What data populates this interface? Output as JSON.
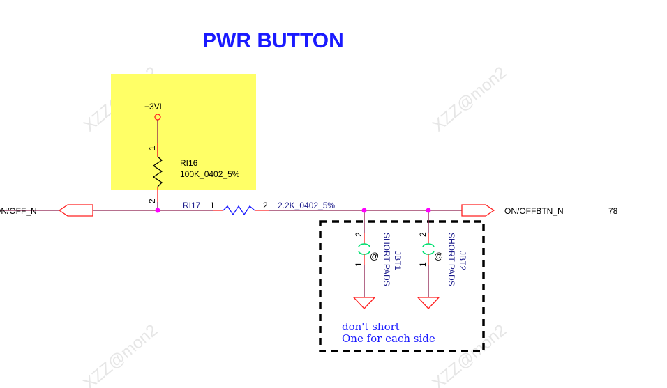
{
  "title": "PWR BUTTON",
  "watermark": "XZZ@mon2",
  "power_rail": "+3VL",
  "resistors": [
    {
      "ref": "RI16",
      "value": "100K_0402_5%",
      "pin1": "1",
      "pin2": "2"
    },
    {
      "ref": "RI17",
      "value": "2.2K_0402_5%",
      "pin1": "1",
      "pin2": "2"
    }
  ],
  "ports": {
    "left": "ON/OFF_N",
    "right": "ON/OFFBTN_N",
    "right_ref": "78"
  },
  "pads": [
    {
      "ref": "JBT1",
      "value": "SHORT PADS",
      "mark": "@",
      "pin1": "1",
      "pin2": "2"
    },
    {
      "ref": "JBT2",
      "value": "SHORT PADS",
      "mark": "@",
      "pin1": "1",
      "pin2": "2"
    }
  ],
  "note": {
    "line1": "don't short",
    "line2": "One for each side"
  },
  "colors": {
    "title": "#1a1aff",
    "wire": "#8b1a4a",
    "pin": "#ff2020",
    "junction": "#ff00ff",
    "highlight": "#ffff66",
    "label": "#1a1a8a",
    "pad": "#00e070"
  }
}
